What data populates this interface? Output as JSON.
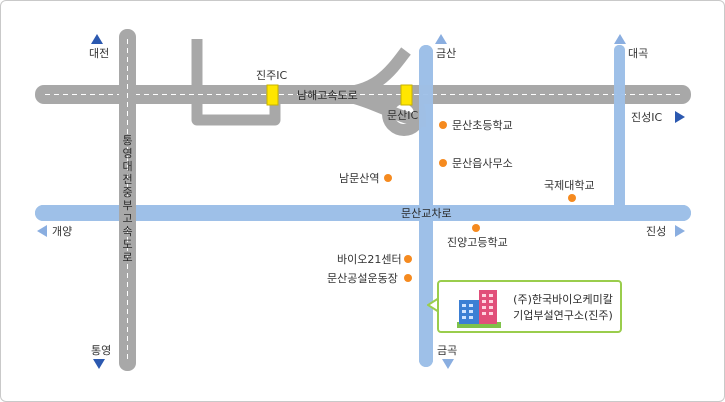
{
  "colors": {
    "road_gray": "#a8a8a8",
    "road_blue": "#9ec0e8",
    "arrow_blue": "#2c59b0",
    "dot_orange": "#f58a1f",
    "ic_yellow": "#ffe600",
    "callout_border": "#9acd4c"
  },
  "roads": {
    "namhae": "남해고속도로",
    "tongyeong": "통영대전중부고속도로",
    "munsan_gyocharo": "문산교차로"
  },
  "directions": {
    "daejeon": "대전",
    "tongyeong": "통영",
    "geumsan": "금산",
    "daegok": "대곡",
    "jinseong_ic": "진성IC",
    "jinseong": "진성",
    "gaeyang": "개양",
    "geumgok": "금곡"
  },
  "interchanges": {
    "jinju_ic": "진주IC",
    "munsan_ic": "문산IC"
  },
  "landmarks": {
    "munsan_elementary": "문산초등학교",
    "munsan_office": "문산읍사무소",
    "nammunsan_station": "남문산역",
    "international_college": "국제대학교",
    "jinyang_highschool": "진양고등학교",
    "bio21_center": "바이오21센터",
    "munsan_stadium": "문산공설운동장"
  },
  "company": {
    "line1": "(주)한국바이오케미칼",
    "line2": "기업부설연구소(진주)"
  }
}
